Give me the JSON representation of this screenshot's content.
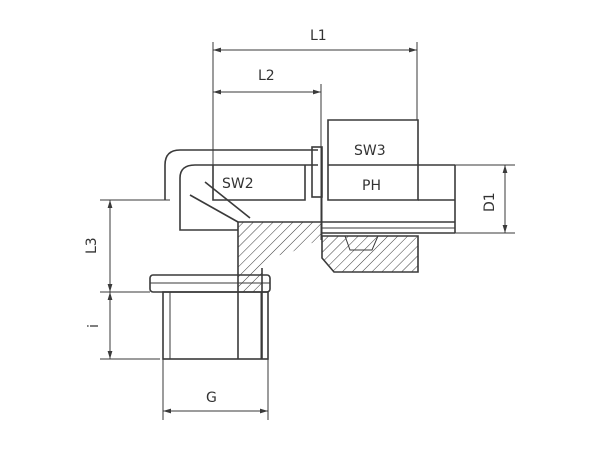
{
  "drawing": {
    "labels": {
      "L1": "L1",
      "L2": "L2",
      "L3": "L3",
      "i": "i",
      "G": "G",
      "D1": "D1",
      "SW2": "SW2",
      "SW3": "SW3",
      "PH": "PH"
    }
  }
}
